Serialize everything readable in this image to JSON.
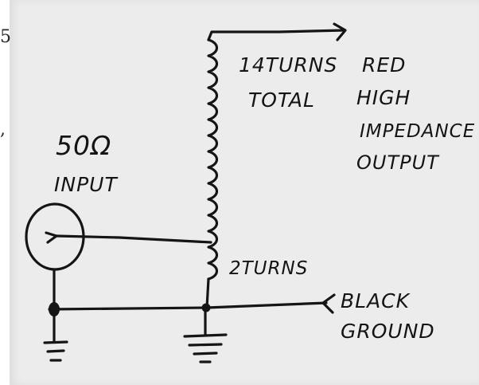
{
  "edge_fragments": {
    "top": "5",
    "middle": ","
  },
  "labels": {
    "coil_turns": "14TURNS",
    "coil_total": "TOTAL",
    "red_line1": "RED",
    "red_line2": "HIGH",
    "red_line3": "IMPEDANCE",
    "red_line4": "OUTPUT",
    "input_line1": "50Ω",
    "input_line2": "INPUT",
    "tap_turns": "2TURNS",
    "black_line1": "BLACK",
    "black_line2": "GROUND"
  }
}
